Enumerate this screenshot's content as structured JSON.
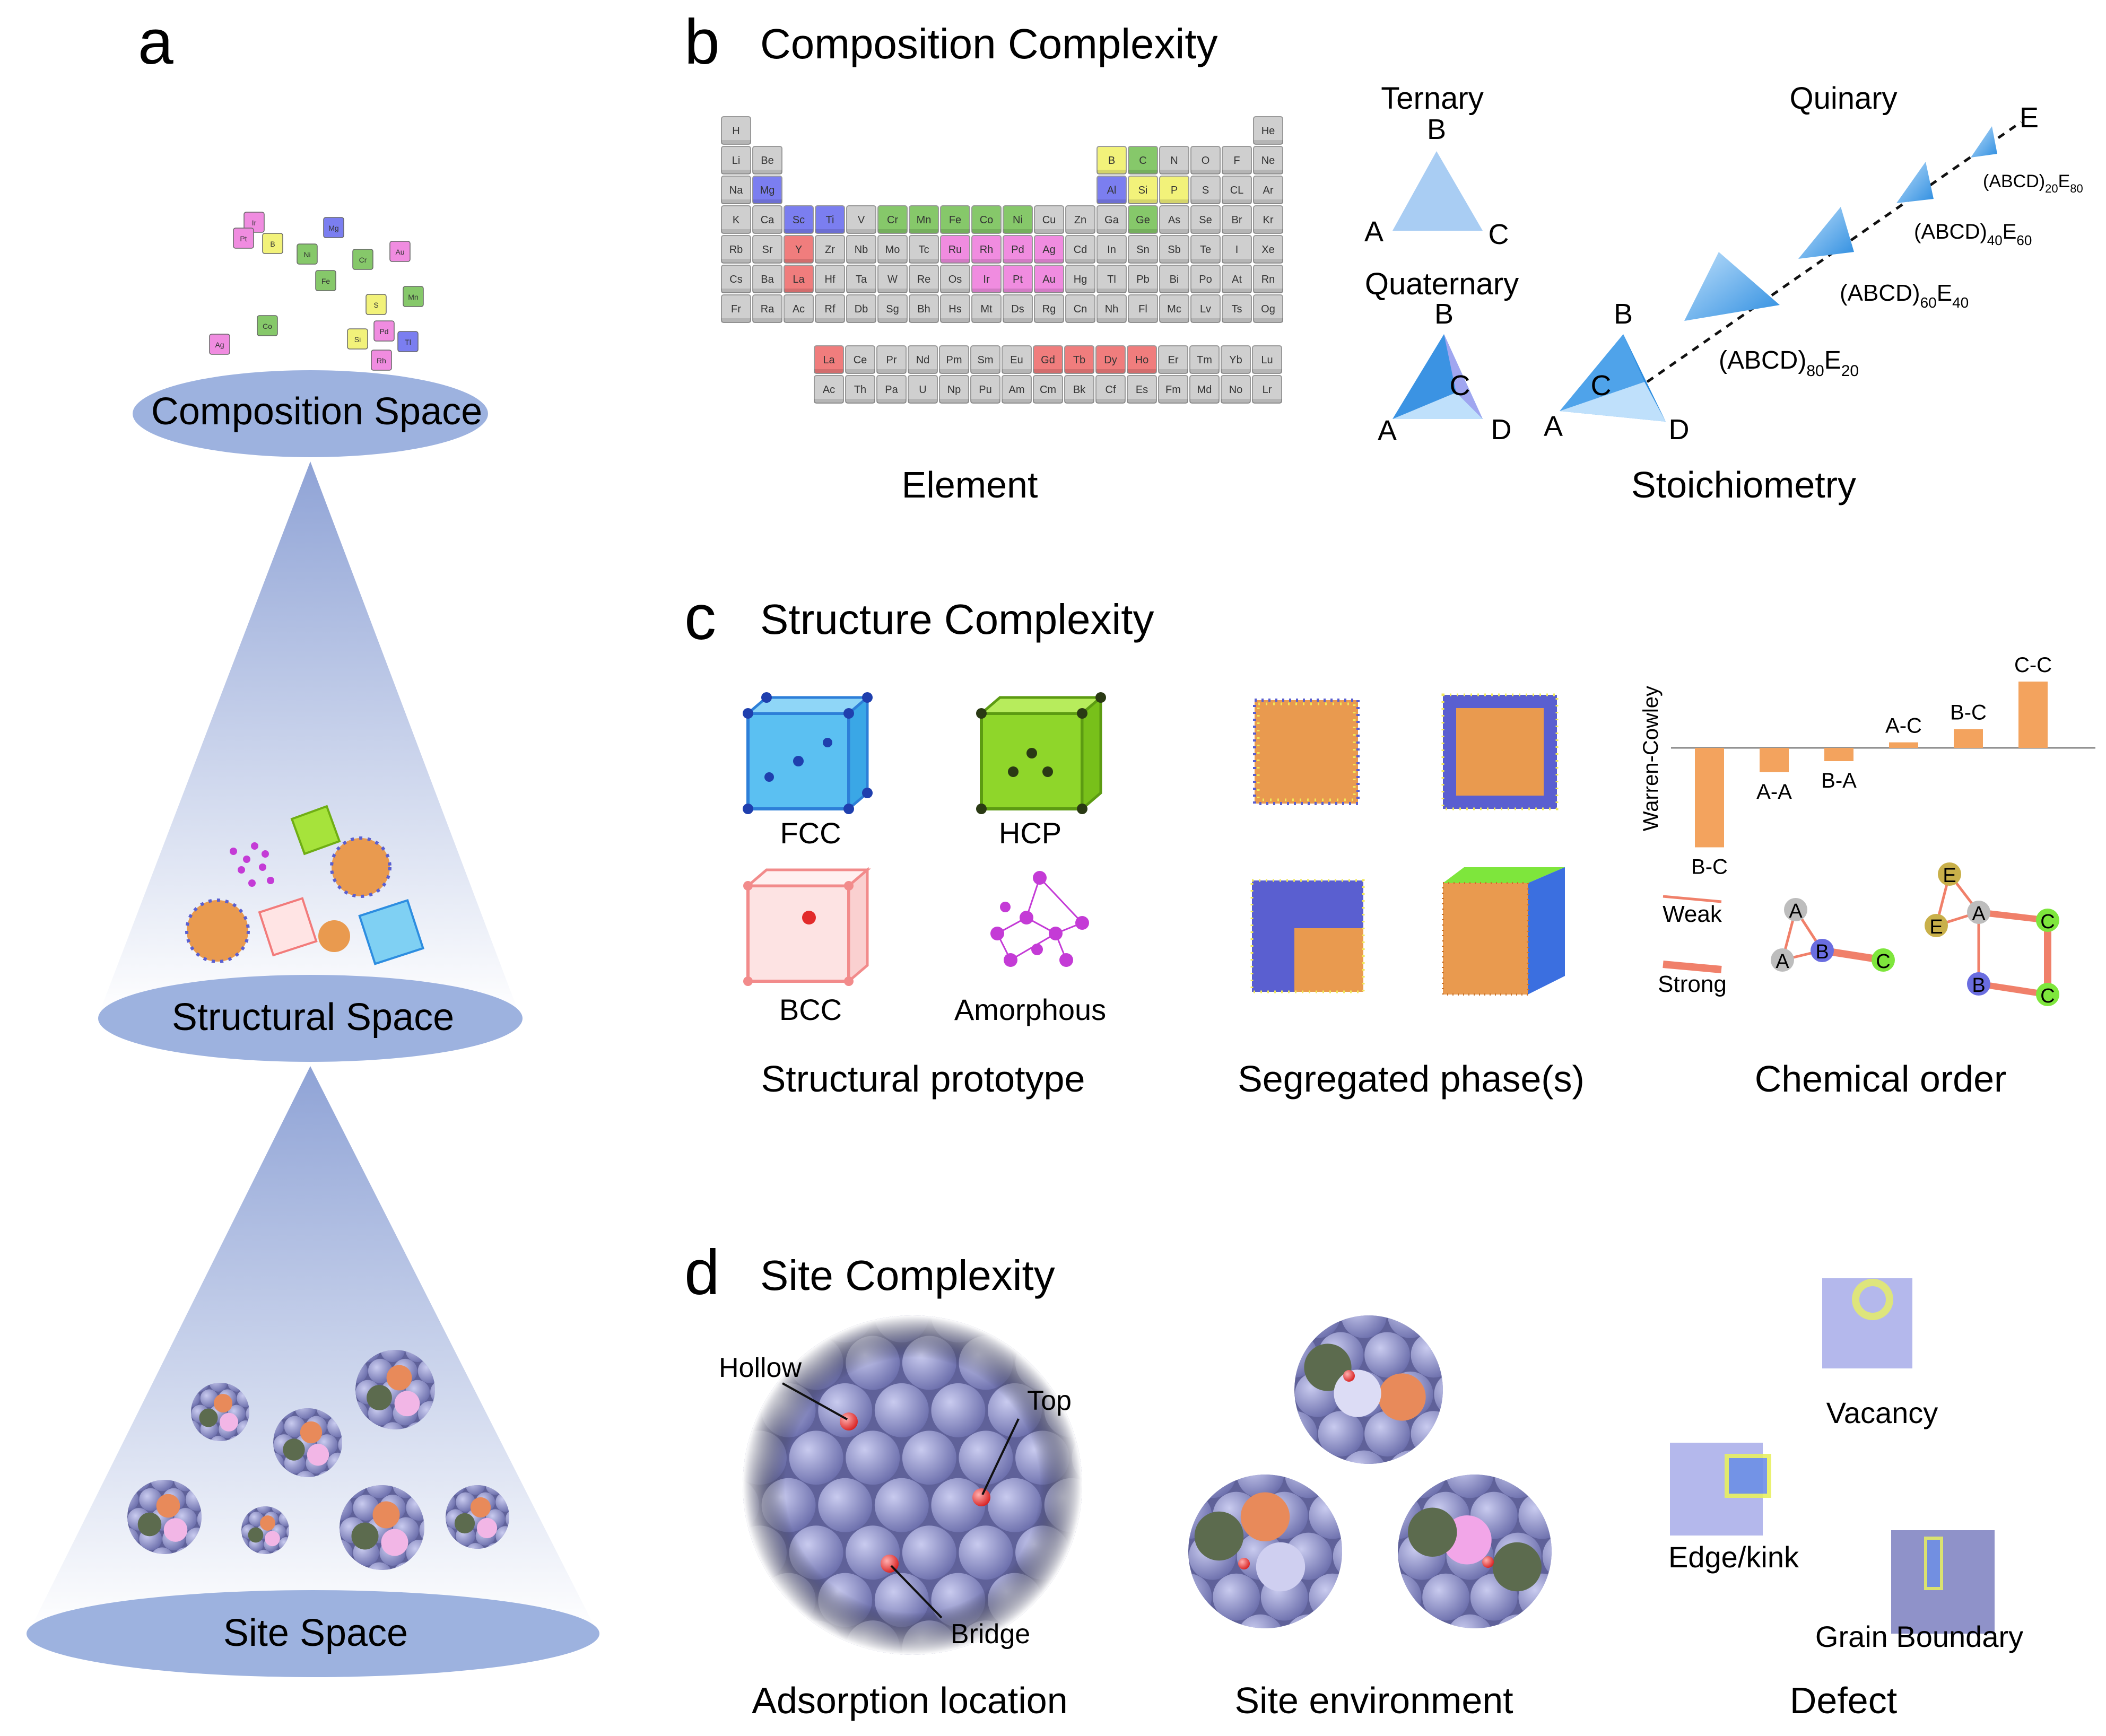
{
  "panel_a": {
    "letter": "a",
    "spaces": [
      "Composition Space",
      "Structural Space",
      "Site Space"
    ],
    "element_cubes": [
      "Ir",
      "Pt",
      "B",
      "Mg",
      "Ni",
      "Fe",
      "Cr",
      "Au",
      "Co",
      "Mn",
      "Ag",
      "S",
      "Rh",
      "Pd",
      "Si",
      "Tl"
    ]
  },
  "panel_b": {
    "letter": "b",
    "title": "Composition Complexity",
    "element_caption": "Element",
    "stoichiometry_caption": "Stoichiometry",
    "periodic_table": {
      "rows": [
        [
          "H",
          "",
          "",
          "",
          "",
          "",
          "",
          "",
          "",
          "",
          "",
          "",
          "",
          "",
          "",
          "",
          "",
          "He"
        ],
        [
          "Li",
          "Be",
          "",
          "",
          "",
          "",
          "",
          "",
          "",
          "",
          "",
          "",
          "B",
          "C",
          "N",
          "O",
          "F",
          "Ne"
        ],
        [
          "Na",
          "Mg",
          "",
          "",
          "",
          "",
          "",
          "",
          "",
          "",
          "",
          "",
          "Al",
          "Si",
          "P",
          "S",
          "CL",
          "Ar"
        ],
        [
          "K",
          "Ca",
          "Sc",
          "Ti",
          "V",
          "Cr",
          "Mn",
          "Fe",
          "Co",
          "Ni",
          "Cu",
          "Zn",
          "Ga",
          "Ge",
          "As",
          "Se",
          "Br",
          "Kr"
        ],
        [
          "Rb",
          "Sr",
          "Y",
          "Zr",
          "Nb",
          "Mo",
          "Tc",
          "Ru",
          "Rh",
          "Pd",
          "Ag",
          "Cd",
          "In",
          "Sn",
          "Sb",
          "Te",
          "I",
          "Xe"
        ],
        [
          "Cs",
          "Ba",
          "La",
          "Hf",
          "Ta",
          "W",
          "Re",
          "Os",
          "Ir",
          "Pt",
          "Au",
          "Hg",
          "Tl",
          "Pb",
          "Bi",
          "Po",
          "At",
          "Rn"
        ],
        [
          "Fr",
          "Ra",
          "Ac",
          "Rf",
          "Db",
          "Sg",
          "Bh",
          "Hs",
          "Mt",
          "Ds",
          "Rg",
          "Cn",
          "Nh",
          "Fl",
          "Mc",
          "Lv",
          "Ts",
          "Og"
        ]
      ],
      "f_rows": [
        [
          "La",
          "Ce",
          "Pr",
          "Nd",
          "Pm",
          "Sm",
          "Eu",
          "Gd",
          "Tb",
          "Dy",
          "Ho",
          "Er",
          "Tm",
          "Yb",
          "Lu"
        ],
        [
          "Ac",
          "Th",
          "Pa",
          "U",
          "Np",
          "Pu",
          "Am",
          "Cm",
          "Bk",
          "Cf",
          "Es",
          "Fm",
          "Md",
          "No",
          "Lr"
        ]
      ],
      "highlight_colors": {
        "Mg": "#7b7ef0",
        "Sc": "#7b7ef0",
        "Ti": "#7b7ef0",
        "Al": "#7b7ef0",
        "B": "#f2f27a",
        "Si": "#f2f27a",
        "P": "#f2f27a",
        "C": "#86c86a",
        "Cr": "#86c86a",
        "Mn": "#86c86a",
        "Fe": "#86c86a",
        "Co": "#86c86a",
        "Ni": "#86c86a",
        "Ge": "#86c86a",
        "Ru": "#f08ce0",
        "Rh": "#f08ce0",
        "Pd": "#f08ce0",
        "Ag": "#f08ce0",
        "Ir": "#f08ce0",
        "Pt": "#f08ce0",
        "Au": "#f08ce0",
        "Y": "#f07d7d",
        "La": "#f07d7d",
        "Gd": "#f07d7d",
        "Tb": "#f07d7d",
        "Dy": "#f07d7d",
        "Ho": "#f07d7d"
      }
    },
    "ternary": {
      "title": "Ternary",
      "labels": [
        "B",
        "A",
        "C"
      ]
    },
    "quaternary": {
      "title": "Quaternary",
      "labels": [
        "B",
        "A",
        "C",
        "D"
      ]
    },
    "quinary": {
      "title": "Quinary",
      "big_labels": [
        "B",
        "A",
        "C",
        "D"
      ],
      "end_label": "E",
      "compositions": [
        {
          "base": "(ABCD)",
          "s1": "80",
          "e": "E",
          "s2": "20"
        },
        {
          "base": "(ABCD)",
          "s1": "60",
          "e": "E",
          "s2": "40"
        },
        {
          "base": "(ABCD)",
          "s1": "40",
          "e": "E",
          "s2": "60"
        },
        {
          "base": "(ABCD)",
          "s1": "20",
          "e": "E",
          "s2": "80"
        }
      ]
    }
  },
  "panel_c": {
    "letter": "c",
    "title": "Structure Complexity",
    "prototypes": [
      "FCC",
      "HCP",
      "BCC",
      "Amorphous"
    ],
    "prototype_caption": "Structural prototype",
    "segregated_caption": "Segregated phase(s)",
    "chemical_caption": "Chemical order",
    "warren_cowley": {
      "ylabel": "Warren-Cowley",
      "bars": [
        {
          "label": "B-C",
          "value": -0.9
        },
        {
          "label": "A-A",
          "value": -0.22
        },
        {
          "label": "B-A",
          "value": -0.12
        },
        {
          "label": "A-C",
          "value": 0.05
        },
        {
          "label": "B-C",
          "value": 0.17
        },
        {
          "label": "C-C",
          "value": 0.6
        }
      ]
    },
    "bond_legend": [
      "Weak",
      "Strong"
    ],
    "graph_small_nodes": [
      "A",
      "A",
      "B",
      "C"
    ],
    "graph_large_nodes": [
      "E",
      "E",
      "A",
      "C",
      "B",
      "C"
    ]
  },
  "panel_d": {
    "letter": "d",
    "title": "Site Complexity",
    "adsorption_labels": [
      "Hollow",
      "Top",
      "Bridge"
    ],
    "adsorption_caption": "Adsorption location",
    "environment_caption": "Site environment",
    "defects": [
      "Vacancy",
      "Edge/kink",
      "Grain Boundary"
    ],
    "defect_caption": "Defect"
  },
  "colors": {
    "cone_top": "#8fa3d6",
    "cone_bottom": "#ffffff",
    "ellipse": "#9db2df",
    "tri_light": "#a9cdf3",
    "tri_dark": "#2f8fe0",
    "bar": "#f3a35e",
    "atom": "#8f92c9"
  }
}
